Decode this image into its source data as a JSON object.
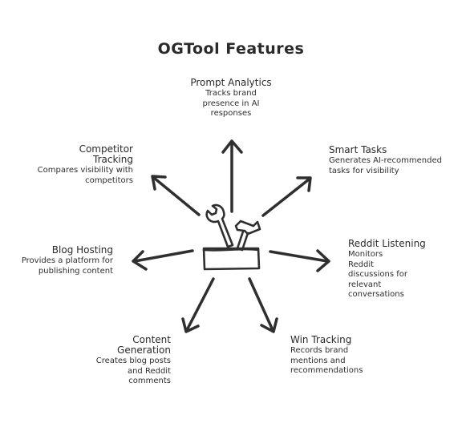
{
  "title": "OGTool Features",
  "center": {
    "icon": "toolbox-icon"
  },
  "features": [
    {
      "id": "prompt",
      "title": "Prompt Analytics",
      "description": "Tracks brand presence in AI responses"
    },
    {
      "id": "competitor",
      "title": "Competitor Tracking",
      "description": "Compares visibility with competitors"
    },
    {
      "id": "smart",
      "title": "Smart Tasks",
      "description": "Generates AI-recommended tasks for visibility"
    },
    {
      "id": "blog",
      "title": "Blog Hosting",
      "description": "Provides a platform for publishing content"
    },
    {
      "id": "reddit",
      "title": "Reddit Listening",
      "description": "Monitors Reddit discussions for relevant conversations"
    },
    {
      "id": "content",
      "title": "Content Generation",
      "description": "Creates blog posts and Reddit comments"
    },
    {
      "id": "win",
      "title": "Win Tracking",
      "description": "Records brand mentions and recommendations"
    }
  ],
  "colors": {
    "ink": "#2f2f2f",
    "background": "#ffffff"
  }
}
